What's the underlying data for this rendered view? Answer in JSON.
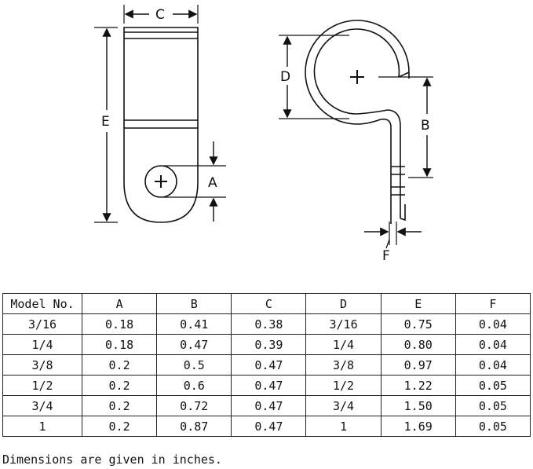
{
  "drawing": {
    "labels": {
      "a": "A",
      "b": "B",
      "c": "C",
      "d": "D",
      "e": "E",
      "f": "F"
    }
  },
  "table": {
    "headers": [
      "Model No.",
      "A",
      "B",
      "C",
      "D",
      "E",
      "F"
    ],
    "rows": [
      [
        "3/16",
        "0.18",
        "0.41",
        "0.38",
        "3/16",
        "0.75",
        "0.04"
      ],
      [
        "1/4",
        "0.18",
        "0.47",
        "0.39",
        "1/4",
        "0.80",
        "0.04"
      ],
      [
        "3/8",
        "0.2",
        "0.5",
        "0.47",
        "3/8",
        "0.97",
        "0.04"
      ],
      [
        "1/2",
        "0.2",
        "0.6",
        "0.47",
        "1/2",
        "1.22",
        "0.05"
      ],
      [
        "3/4",
        "0.2",
        "0.72",
        "0.47",
        "3/4",
        "1.50",
        "0.05"
      ],
      [
        "1",
        "0.2",
        "0.87",
        "0.47",
        "1",
        "1.69",
        "0.05"
      ]
    ]
  },
  "note": "Dimensions are given in inches."
}
